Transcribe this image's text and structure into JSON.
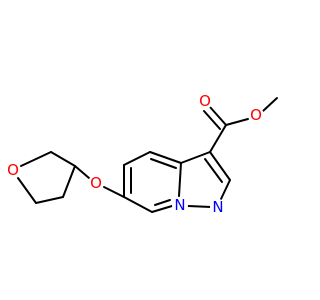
{
  "molecule": {
    "colors": {
      "bond": "#000000",
      "oxygen": "#ff0000",
      "nitrogen": "#0000ff"
    },
    "atoms": {
      "o_carbonyl": {
        "symbol": "O"
      },
      "o_ester": {
        "symbol": "O"
      },
      "o_ether": {
        "symbol": "O"
      },
      "o_ring": {
        "symbol": "O"
      },
      "n_bridgehead": {
        "symbol": "N"
      },
      "n_pyrazole": {
        "symbol": "N"
      }
    }
  }
}
